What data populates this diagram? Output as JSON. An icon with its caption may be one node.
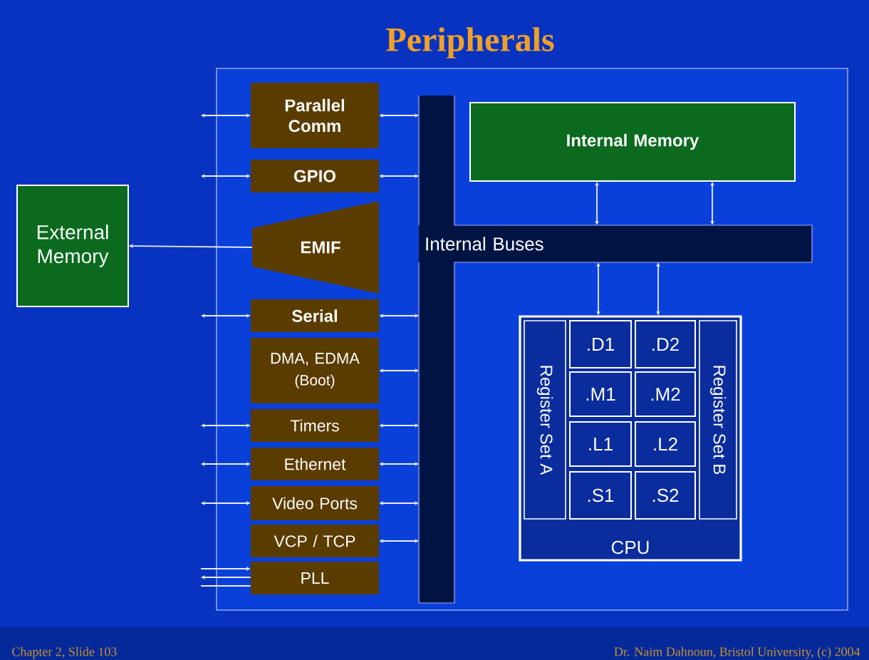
{
  "diagram": {
    "title": "Peripherals",
    "nodes": [
      {
        "text": [],
        "shape": "box"
      },
      {
        "text": [
          "External Memory"
        ]
      },
      {
        "text": [
          "Parallel Comm"
        ],
        "in": 0
      },
      {
        "text": [
          "GPIO"
        ],
        "in": 0
      },
      {
        "text": [
          "EMIF"
        ],
        "in": 0
      },
      {
        "text": [
          "Serial"
        ],
        "in": 0
      },
      {
        "text": [
          "DMA, EDMA",
          "(Boot)"
        ],
        "in": 0
      },
      {
        "text": [
          "Timers"
        ],
        "in": 0
      },
      {
        "text": [
          "Ethernet"
        ],
        "in": 0
      },
      {
        "text": [
          "Video Ports"
        ],
        "in": 0
      },
      {
        "text": [
          "VCP / TCP"
        ],
        "in": 0
      },
      {
        "text": [
          "PLL"
        ],
        "in": 0
      },
      {
        "text": [
          "Internal Buses"
        ],
        "in": 0
      },
      {
        "text": [
          "Internal Memory"
        ],
        "in": 0
      },
      {
        "text": [
          "CPU"
        ],
        "in": 0
      },
      {
        "text": [
          "Register Set A"
        ],
        "in": 14
      },
      {
        "text": [
          ".D1"
        ],
        "in": 14
      },
      {
        "text": [
          ".D2"
        ],
        "in": 14
      },
      {
        "text": [
          ".M1"
        ],
        "in": 14
      },
      {
        "text": [
          ".M2"
        ],
        "in": 14
      },
      {
        "text": [
          ".L1"
        ],
        "in": 14
      },
      {
        "text": [
          ".L2"
        ],
        "in": 14
      },
      {
        "text": [
          ".S1"
        ],
        "in": 14
      },
      {
        "text": [
          ".S2"
        ],
        "in": 14
      },
      {
        "text": [
          "Register Set B"
        ],
        "in": 14
      }
    ],
    "edges": [
      {
        "from": null,
        "to": 2,
        "arrow": "both"
      },
      {
        "from": null,
        "to": 3,
        "arrow": "both"
      },
      {
        "from": 4,
        "to": 1,
        "arrow": "to"
      },
      {
        "from": null,
        "to": 5,
        "arrow": "both"
      },
      {
        "from": null,
        "to": 7,
        "arrow": "both"
      },
      {
        "from": null,
        "to": 8,
        "arrow": "both"
      },
      {
        "from": null,
        "to": 9,
        "arrow": "both"
      },
      {
        "from": null,
        "to": 11,
        "arrow": "to"
      },
      {
        "from": 11,
        "to": null,
        "arrow": "to"
      },
      {
        "from": null,
        "to": 11,
        "arrow": "none"
      },
      {
        "from": 2,
        "to": 12,
        "arrow": "both"
      },
      {
        "from": 3,
        "to": 12,
        "arrow": "both"
      },
      {
        "from": 5,
        "to": 12,
        "arrow": "both"
      },
      {
        "from": 6,
        "to": 12,
        "arrow": "both"
      },
      {
        "from": 7,
        "to": 12,
        "arrow": "both"
      },
      {
        "from": 8,
        "to": 12,
        "arrow": "both"
      },
      {
        "from": 9,
        "to": 12,
        "arrow": "both"
      },
      {
        "from": 10,
        "to": 12,
        "arrow": "both"
      },
      {
        "from": 13,
        "to": 12,
        "arrow": "both"
      },
      {
        "from": 13,
        "to": 12,
        "arrow": "both"
      },
      {
        "from": 12,
        "to": 14,
        "arrow": "both"
      },
      {
        "from": 12,
        "to": 14,
        "arrow": "both"
      }
    ],
    "labels": [
      "Chapter 2, Slide 103",
      "Dr. Naim Dahnoun, Bristol University, (c) 2004"
    ]
  }
}
